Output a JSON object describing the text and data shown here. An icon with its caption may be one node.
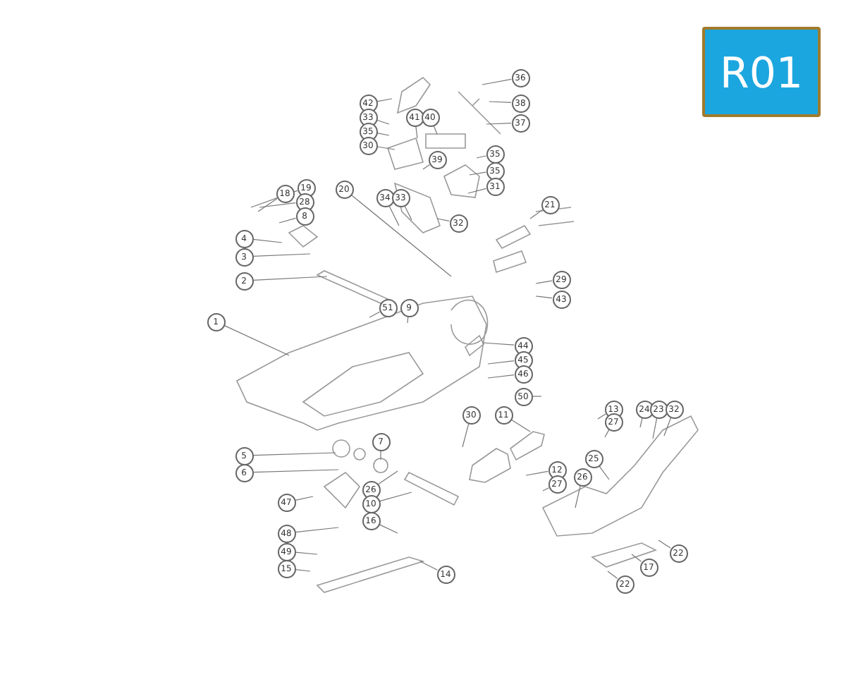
{
  "diagram": {
    "nodes": [
      {
        "text": [
          "36"
        ]
      },
      {
        "text": [
          "42"
        ]
      },
      {
        "text": [
          "38"
        ]
      },
      {
        "text": [
          "33"
        ]
      },
      {
        "text": [
          "41"
        ]
      },
      {
        "text": [
          "40"
        ]
      },
      {
        "text": [
          "37"
        ]
      },
      {
        "text": [
          "35"
        ]
      },
      {
        "text": [
          "30"
        ]
      },
      {
        "text": [
          "35"
        ]
      },
      {
        "text": [
          "39"
        ]
      },
      {
        "text": [
          "35"
        ]
      },
      {
        "text": [
          "31"
        ]
      },
      {
        "text": [
          "19"
        ]
      },
      {
        "text": [
          "20"
        ]
      },
      {
        "text": [
          "18"
        ]
      },
      {
        "text": [
          "28"
        ]
      },
      {
        "text": [
          "34"
        ]
      },
      {
        "text": [
          "33"
        ]
      },
      {
        "text": [
          "8"
        ]
      },
      {
        "text": [
          "32"
        ]
      },
      {
        "text": [
          "21"
        ]
      },
      {
        "text": [
          "4"
        ]
      },
      {
        "text": [
          "3"
        ]
      },
      {
        "text": [
          "2"
        ]
      },
      {
        "text": [
          "29"
        ]
      },
      {
        "text": [
          "43"
        ]
      },
      {
        "text": [
          "51"
        ]
      },
      {
        "text": [
          "9"
        ]
      },
      {
        "text": [
          "1"
        ]
      },
      {
        "text": [
          "44"
        ]
      },
      {
        "text": [
          "45"
        ]
      },
      {
        "text": [
          "46"
        ]
      },
      {
        "text": [
          "50"
        ]
      },
      {
        "text": [
          "30"
        ]
      },
      {
        "text": [
          "11"
        ]
      },
      {
        "text": [
          "13"
        ]
      },
      {
        "text": [
          "24"
        ]
      },
      {
        "text": [
          "23"
        ]
      },
      {
        "text": [
          "32"
        ]
      },
      {
        "text": [
          "27"
        ]
      },
      {
        "text": [
          "7"
        ]
      },
      {
        "text": [
          "5"
        ]
      },
      {
        "text": [
          "6"
        ]
      },
      {
        "text": [
          "12"
        ]
      },
      {
        "text": [
          "25"
        ]
      },
      {
        "text": [
          "27"
        ]
      },
      {
        "text": [
          "26"
        ]
      },
      {
        "text": [
          "26"
        ]
      },
      {
        "text": [
          "47"
        ]
      },
      {
        "text": [
          "10"
        ]
      },
      {
        "text": [
          "16"
        ]
      },
      {
        "text": [
          "48"
        ]
      },
      {
        "text": [
          "49"
        ]
      },
      {
        "text": [
          "15"
        ]
      },
      {
        "text": [
          "14"
        ]
      },
      {
        "text": [
          "22"
        ]
      },
      {
        "text": [
          "17"
        ]
      },
      {
        "text": [
          "22"
        ]
      }
    ],
    "edges": [
      {
        "from": 0,
        "to": null,
        "arrow": "none"
      },
      {
        "from": 1,
        "to": null,
        "arrow": "none"
      },
      {
        "from": 2,
        "to": null,
        "arrow": "none"
      },
      {
        "from": 3,
        "to": null,
        "arrow": "none"
      },
      {
        "from": 4,
        "to": null,
        "arrow": "none"
      },
      {
        "from": 5,
        "to": null,
        "arrow": "none"
      },
      {
        "from": 6,
        "to": null,
        "arrow": "none"
      },
      {
        "from": 7,
        "to": null,
        "arrow": "none"
      },
      {
        "from": 8,
        "to": null,
        "arrow": "none"
      },
      {
        "from": 9,
        "to": null,
        "arrow": "none"
      },
      {
        "from": 10,
        "to": null,
        "arrow": "none"
      },
      {
        "from": 11,
        "to": null,
        "arrow": "none"
      },
      {
        "from": 12,
        "to": null,
        "arrow": "none"
      },
      {
        "from": 13,
        "to": null,
        "arrow": "none"
      },
      {
        "from": 14,
        "to": null,
        "arrow": "none"
      },
      {
        "from": 15,
        "to": null,
        "arrow": "none"
      },
      {
        "from": 16,
        "to": null,
        "arrow": "none"
      },
      {
        "from": 17,
        "to": null,
        "arrow": "none"
      },
      {
        "from": 18,
        "to": null,
        "arrow": "none"
      },
      {
        "from": 19,
        "to": null,
        "arrow": "none"
      },
      {
        "from": 20,
        "to": null,
        "arrow": "none"
      },
      {
        "from": 21,
        "to": null,
        "arrow": "none"
      },
      {
        "from": 22,
        "to": null,
        "arrow": "none"
      },
      {
        "from": 23,
        "to": null,
        "arrow": "none"
      },
      {
        "from": 24,
        "to": null,
        "arrow": "none"
      },
      {
        "from": 25,
        "to": null,
        "arrow": "none"
      },
      {
        "from": 26,
        "to": null,
        "arrow": "none"
      },
      {
        "from": 27,
        "to": null,
        "arrow": "none"
      },
      {
        "from": 28,
        "to": null,
        "arrow": "none"
      },
      {
        "from": 29,
        "to": null,
        "arrow": "none"
      },
      {
        "from": 30,
        "to": null,
        "arrow": "none"
      },
      {
        "from": 31,
        "to": null,
        "arrow": "none"
      },
      {
        "from": 32,
        "to": null,
        "arrow": "none"
      },
      {
        "from": 33,
        "to": null,
        "arrow": "none"
      },
      {
        "from": 34,
        "to": null,
        "arrow": "none"
      },
      {
        "from": 35,
        "to": null,
        "arrow": "none"
      },
      {
        "from": 36,
        "to": null,
        "arrow": "none"
      },
      {
        "from": 37,
        "to": null,
        "arrow": "none"
      },
      {
        "from": 38,
        "to": null,
        "arrow": "none"
      },
      {
        "from": 39,
        "to": null,
        "arrow": "none"
      },
      {
        "from": 40,
        "to": null,
        "arrow": "none"
      },
      {
        "from": 41,
        "to": null,
        "arrow": "none"
      },
      {
        "from": 42,
        "to": null,
        "arrow": "none"
      },
      {
        "from": 43,
        "to": null,
        "arrow": "none"
      },
      {
        "from": 44,
        "to": null,
        "arrow": "none"
      },
      {
        "from": 45,
        "to": null,
        "arrow": "none"
      },
      {
        "from": 46,
        "to": null,
        "arrow": "none"
      },
      {
        "from": 47,
        "to": null,
        "arrow": "none"
      },
      {
        "from": 48,
        "to": null,
        "arrow": "none"
      },
      {
        "from": 49,
        "to": null,
        "arrow": "none"
      },
      {
        "from": 50,
        "to": null,
        "arrow": "none"
      },
      {
        "from": 51,
        "to": null,
        "arrow": "none"
      },
      {
        "from": 52,
        "to": null,
        "arrow": "none"
      },
      {
        "from": 53,
        "to": null,
        "arrow": "none"
      },
      {
        "from": 54,
        "to": null,
        "arrow": "none"
      },
      {
        "from": 55,
        "to": null,
        "arrow": "none"
      },
      {
        "from": 56,
        "to": null,
        "arrow": "none"
      },
      {
        "from": 57,
        "to": null,
        "arrow": "none"
      },
      {
        "from": 58,
        "to": null,
        "arrow": "none"
      }
    ],
    "labels": [
      "R01"
    ]
  }
}
